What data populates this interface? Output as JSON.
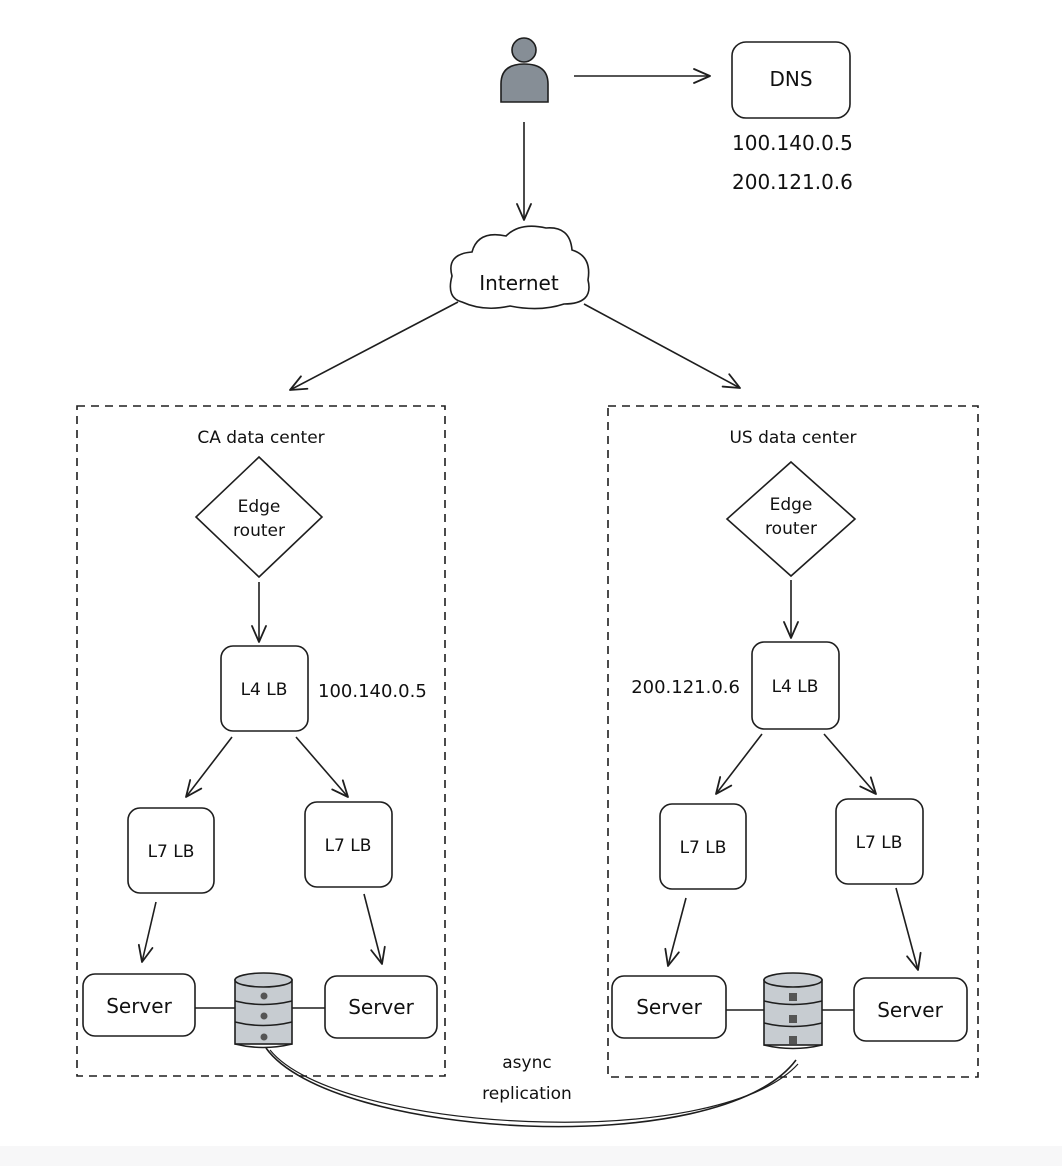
{
  "colors": {
    "stroke": "#1e1e1e",
    "user_fill": "#868e96",
    "db_fill": "#c7ccd1",
    "background": "#ffffff"
  },
  "user": {
    "icon": "user-icon"
  },
  "dns": {
    "label": "DNS",
    "ips": [
      "100.140.0.5",
      "200.121.0.6"
    ]
  },
  "internet": {
    "label": "Internet",
    "icon": "cloud-icon"
  },
  "datacenters": [
    {
      "id": "ca",
      "title": "CA data center",
      "edge_router": {
        "line1": "Edge",
        "line2": "router"
      },
      "l4": {
        "label": "L4 LB",
        "ip": "100.140.0.5"
      },
      "l7": [
        "L7 LB",
        "L7 LB"
      ],
      "servers": [
        "Server",
        "Server"
      ],
      "database": {
        "icon": "database-icon"
      }
    },
    {
      "id": "us",
      "title": "US data center",
      "edge_router": {
        "line1": "Edge",
        "line2": "router"
      },
      "l4": {
        "label": "L4 LB",
        "ip": "200.121.0.6"
      },
      "l7": [
        "L7 LB",
        "L7 LB"
      ],
      "servers": [
        "Server",
        "Server"
      ],
      "database": {
        "icon": "database-icon"
      }
    }
  ],
  "replication": {
    "line1": "async",
    "line2": "replication"
  }
}
